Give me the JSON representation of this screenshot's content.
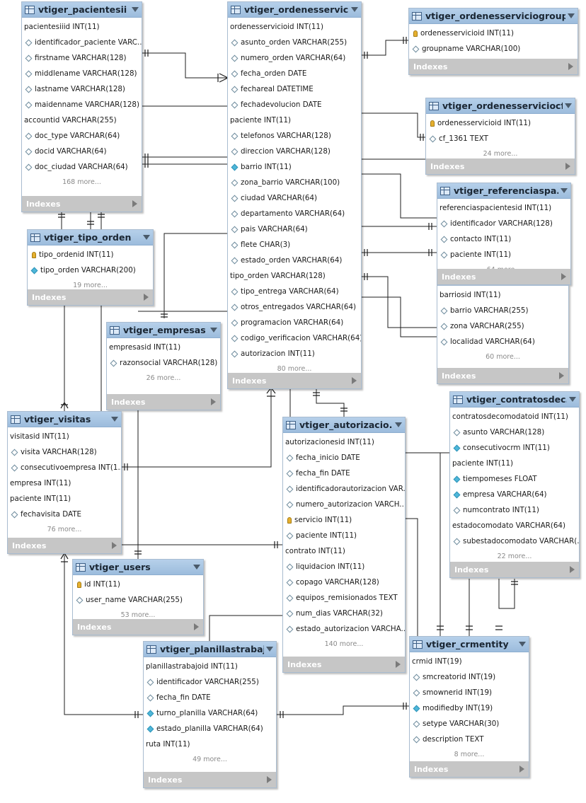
{
  "indexes_label": "Indexes",
  "tables": [
    {
      "id": "pacientesii",
      "title": "vtiger_pacientesii",
      "more": "168 more...",
      "columns": [
        {
          "t": "pk",
          "label": "pacientesiiid INT(11)"
        },
        {
          "t": "d",
          "label": "identificador_paciente VARC..."
        },
        {
          "t": "d",
          "label": "firstname VARCHAR(128)"
        },
        {
          "t": "d",
          "label": "middlename VARCHAR(128)"
        },
        {
          "t": "d",
          "label": "lastname VARCHAR(128)"
        },
        {
          "t": "d",
          "label": "maidenname VARCHAR(128)"
        },
        {
          "t": "pk",
          "label": "accountid VARCHAR(255)"
        },
        {
          "t": "d",
          "label": "doc_type VARCHAR(64)"
        },
        {
          "t": "d",
          "label": "docid VARCHAR(64)"
        },
        {
          "t": "d",
          "label": "doc_ciudad VARCHAR(64)"
        }
      ]
    },
    {
      "id": "ordenes",
      "title": "vtiger_ordenesservicio",
      "more": "80 more...",
      "columns": [
        {
          "t": "pk",
          "label": "ordenesservicioid INT(11)"
        },
        {
          "t": "d",
          "label": "asunto_orden VARCHAR(255)"
        },
        {
          "t": "d",
          "label": "numero_orden VARCHAR(64)"
        },
        {
          "t": "d",
          "label": "fecha_orden DATE"
        },
        {
          "t": "d",
          "label": "fechareal DATETIME"
        },
        {
          "t": "d",
          "label": "fechadevolucion DATE"
        },
        {
          "t": "pk",
          "label": "paciente INT(11)"
        },
        {
          "t": "d",
          "label": "telefonos VARCHAR(128)"
        },
        {
          "t": "d",
          "label": "direccion VARCHAR(128)"
        },
        {
          "t": "f",
          "label": "barrio INT(11)"
        },
        {
          "t": "d",
          "label": "zona_barrio VARCHAR(100)"
        },
        {
          "t": "d",
          "label": "ciudad VARCHAR(64)"
        },
        {
          "t": "d",
          "label": "departamento VARCHAR(64)"
        },
        {
          "t": "d",
          "label": "pais VARCHAR(64)"
        },
        {
          "t": "d",
          "label": "flete CHAR(3)"
        },
        {
          "t": "d",
          "label": "estado_orden VARCHAR(64)"
        },
        {
          "t": "pk",
          "label": "tipo_orden VARCHAR(128)"
        },
        {
          "t": "d",
          "label": "tipo_entrega VARCHAR(64)"
        },
        {
          "t": "d",
          "label": "otros_entregados VARCHAR(64)"
        },
        {
          "t": "d",
          "label": "programacion VARCHAR(64)"
        },
        {
          "t": "d",
          "label": "codigo_verificacion VARCHAR(64)"
        },
        {
          "t": "d",
          "label": "autorizacion INT(11)"
        }
      ]
    },
    {
      "id": "grouprel",
      "title": "vtiger_ordenesserviciogrouprel",
      "more": "",
      "columns": [
        {
          "t": "key",
          "label": "ordenesservicioid INT(11)"
        },
        {
          "t": "d",
          "label": "groupname VARCHAR(100)"
        }
      ]
    },
    {
      "id": "cf",
      "title": "vtiger_ordenesserviciocf",
      "more": "24 more...",
      "columns": [
        {
          "t": "key",
          "label": "ordenesservicioid INT(11)"
        },
        {
          "t": "d",
          "label": "cf_1361 TEXT"
        }
      ]
    },
    {
      "id": "referencias",
      "title": "vtiger_referenciaspa...",
      "more": "64 more...",
      "columns": [
        {
          "t": "pk",
          "label": "referenciaspacientesid INT(11)"
        },
        {
          "t": "d",
          "label": "identificador VARCHAR(128)"
        },
        {
          "t": "d",
          "label": "contacto INT(11)"
        },
        {
          "t": "d",
          "label": "paciente INT(11)"
        }
      ]
    },
    {
      "id": "barrios",
      "title": "",
      "more": "60 more...",
      "columns": [
        {
          "t": "pk",
          "label": "barriosid INT(11)"
        },
        {
          "t": "d",
          "label": "barrio VARCHAR(255)"
        },
        {
          "t": "d",
          "label": "zona VARCHAR(255)"
        },
        {
          "t": "d",
          "label": "localidad VARCHAR(64)"
        }
      ]
    },
    {
      "id": "tipoorden",
      "title": "vtiger_tipo_orden",
      "more": "19 more...",
      "columns": [
        {
          "t": "key",
          "label": "tipo_ordenid INT(11)"
        },
        {
          "t": "f",
          "label": "tipo_orden VARCHAR(200)"
        }
      ]
    },
    {
      "id": "empresas",
      "title": "vtiger_empresas",
      "more": "26 more...",
      "columns": [
        {
          "t": "pk",
          "label": "empresasid INT(11)"
        },
        {
          "t": "d",
          "label": "razonsocial VARCHAR(128)"
        }
      ]
    },
    {
      "id": "visitas",
      "title": "vtiger_visitas",
      "more": "76 more...",
      "columns": [
        {
          "t": "pk",
          "label": "visitasid INT(11)"
        },
        {
          "t": "d",
          "label": "visita VARCHAR(128)"
        },
        {
          "t": "d",
          "label": "consecutivoempresa INT(1..."
        },
        {
          "t": "pk",
          "label": "empresa INT(11)"
        },
        {
          "t": "pk",
          "label": "paciente INT(11)"
        },
        {
          "t": "d",
          "label": "fechavisita DATE"
        }
      ]
    },
    {
      "id": "autorizaciones",
      "title": "vtiger_autorizacio...",
      "more": "140 more...",
      "columns": [
        {
          "t": "pk",
          "label": "autorizacionesid INT(11)"
        },
        {
          "t": "d",
          "label": "fecha_inicio DATE"
        },
        {
          "t": "d",
          "label": "fecha_fin DATE"
        },
        {
          "t": "d",
          "label": "identificadorautorizacion VAR..."
        },
        {
          "t": "d",
          "label": "numero_autorizacion VARCH..."
        },
        {
          "t": "key",
          "label": "servicio INT(11)"
        },
        {
          "t": "d",
          "label": "paciente INT(11)"
        },
        {
          "t": "pk",
          "label": "contrato INT(11)"
        },
        {
          "t": "d",
          "label": "liquidacion INT(11)"
        },
        {
          "t": "d",
          "label": "copago VARCHAR(128)"
        },
        {
          "t": "d",
          "label": "equipos_remisionados TEXT"
        },
        {
          "t": "d",
          "label": "num_dias VARCHAR(32)"
        },
        {
          "t": "d",
          "label": "estado_autorizacion VARCHA..."
        }
      ]
    },
    {
      "id": "contratos",
      "title": "vtiger_contratosdec...",
      "more": "22 more...",
      "columns": [
        {
          "t": "pk",
          "label": "contratosdecomodatoid INT(11)"
        },
        {
          "t": "d",
          "label": "asunto VARCHAR(128)"
        },
        {
          "t": "f",
          "label": "consecutivocrm INT(11)"
        },
        {
          "t": "pk",
          "label": "paciente INT(11)"
        },
        {
          "t": "f",
          "label": "tiempomeses FLOAT"
        },
        {
          "t": "f",
          "label": "empresa VARCHAR(64)"
        },
        {
          "t": "d",
          "label": "numcontrato INT(11)"
        },
        {
          "t": "pk",
          "label": "estadocomodato VARCHAR(64)"
        },
        {
          "t": "d",
          "label": "subestadocomodato VARCHAR(..."
        }
      ]
    },
    {
      "id": "users",
      "title": "vtiger_users",
      "more": "53 more...",
      "columns": [
        {
          "t": "key",
          "label": "id INT(11)"
        },
        {
          "t": "d",
          "label": "user_name VARCHAR(255)"
        }
      ]
    },
    {
      "id": "planillas",
      "title": "vtiger_planillastrabajo",
      "more": "49 more...",
      "columns": [
        {
          "t": "pk",
          "label": "planillastrabajoid INT(11)"
        },
        {
          "t": "d",
          "label": "identificador VARCHAR(255)"
        },
        {
          "t": "d",
          "label": "fecha_fin DATE"
        },
        {
          "t": "f",
          "label": "turno_planilla VARCHAR(64)"
        },
        {
          "t": "f",
          "label": "estado_planilla VARCHAR(64)"
        },
        {
          "t": "pk",
          "label": "ruta INT(11)"
        }
      ]
    },
    {
      "id": "crmentity",
      "title": "vtiger_crmentity",
      "more": "8 more...",
      "columns": [
        {
          "t": "pk",
          "label": "crmid INT(19)"
        },
        {
          "t": "d",
          "label": "smcreatorid INT(19)"
        },
        {
          "t": "d",
          "label": "smownerid INT(19)"
        },
        {
          "t": "f",
          "label": "modifiedby INT(19)"
        },
        {
          "t": "d",
          "label": "setype VARCHAR(30)"
        },
        {
          "t": "d",
          "label": "description TEXT"
        }
      ]
    }
  ]
}
